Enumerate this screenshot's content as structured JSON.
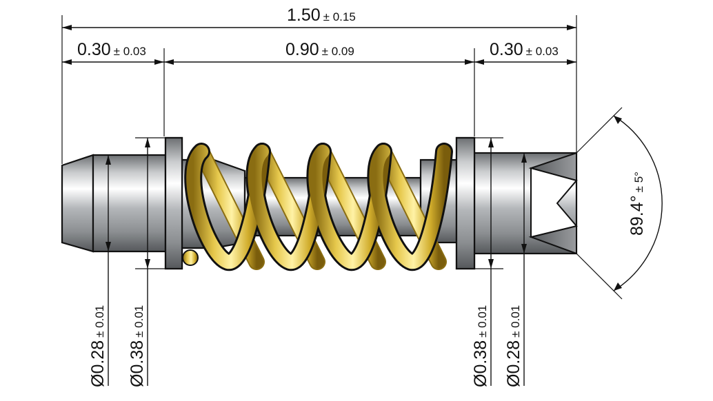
{
  "dimensions": {
    "overall_length": {
      "value": "1.50",
      "tol": "± 0.15"
    },
    "left_section": {
      "value": "0.30",
      "tol": "± 0.03"
    },
    "middle_section": {
      "value": "0.90",
      "tol": "± 0.09"
    },
    "right_section": {
      "value": "0.30",
      "tol": "± 0.03"
    },
    "left_tip_dia": {
      "value": "Ø0.28",
      "tol": "± 0.01"
    },
    "left_body_dia": {
      "value": "Ø0.38",
      "tol": "± 0.01"
    },
    "right_body_dia": {
      "value": "Ø0.38",
      "tol": "± 0.01"
    },
    "right_tip_dia": {
      "value": "Ø0.28",
      "tol": "± 0.01"
    },
    "crown_angle": {
      "value": "89.4°",
      "tol": "± 5°"
    }
  },
  "colors": {
    "plunger_metal": "#b9bcbf",
    "spring_gold": "#e0c34a",
    "crown_dark": "#7a7c7e",
    "outline": "#111111"
  }
}
